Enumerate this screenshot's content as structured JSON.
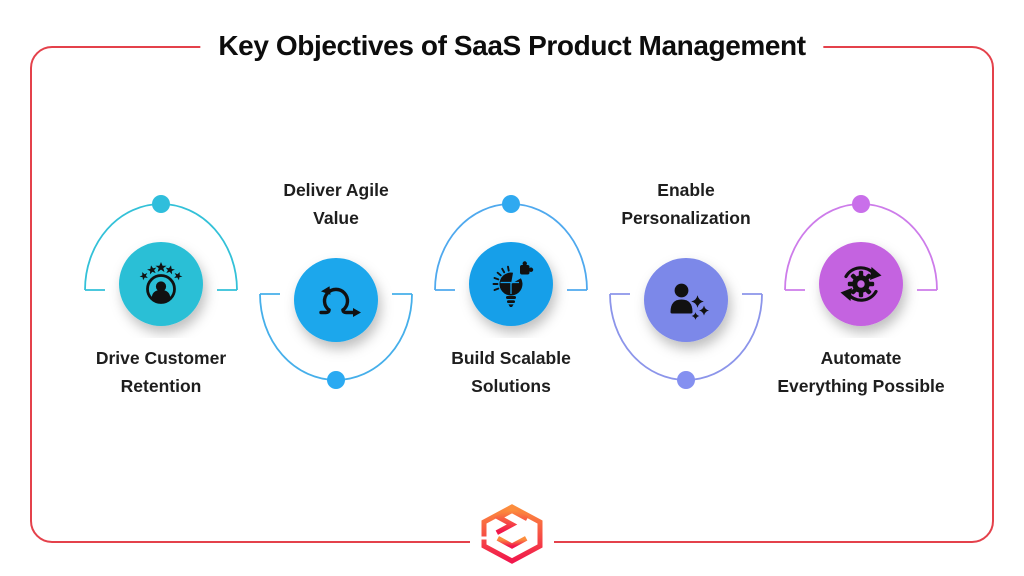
{
  "title": "Key Objectives of SaaS Product Management",
  "frame": {
    "border_color": "#E4414B"
  },
  "icon_color": "#111111",
  "items": [
    {
      "label_lines": [
        "Drive Customer",
        "Retention"
      ],
      "icon": "customer-rating-icon",
      "circle_color": "#2ABFD6",
      "arc_color": "#33C1D8",
      "dot_color": "#2FBEDC",
      "arc_direction": "up",
      "label_position": "below"
    },
    {
      "label_lines": [
        "Deliver Agile",
        "Value"
      ],
      "icon": "agile-sprint-icon",
      "circle_color": "#1AA7EC",
      "arc_color": "#46AFEA",
      "dot_color": "#2BAAF2",
      "arc_direction": "down",
      "label_position": "above"
    },
    {
      "label_lines": [
        "Build Scalable",
        "Solutions"
      ],
      "icon": "scalable-solution-icon",
      "circle_color": "#169FE9",
      "arc_color": "#4FA9EE",
      "dot_color": "#2FA9F0",
      "arc_direction": "up",
      "label_position": "below"
    },
    {
      "label_lines": [
        "Enable",
        "Personalization"
      ],
      "icon": "personalization-icon",
      "circle_color": "#7B88E9",
      "arc_color": "#8C95EA",
      "dot_color": "#8490F0",
      "arc_direction": "down",
      "label_position": "above"
    },
    {
      "label_lines": [
        "Automate",
        "Everything Possible"
      ],
      "icon": "automation-icon",
      "circle_color": "#C464E0",
      "arc_color": "#CD7CEA",
      "dot_color": "#C96FEA",
      "arc_direction": "up",
      "label_position": "below"
    }
  ],
  "logo": {
    "name": "cube-s-logo",
    "gradient_top": "#FC8E3D",
    "gradient_bottom": "#F1174C"
  }
}
